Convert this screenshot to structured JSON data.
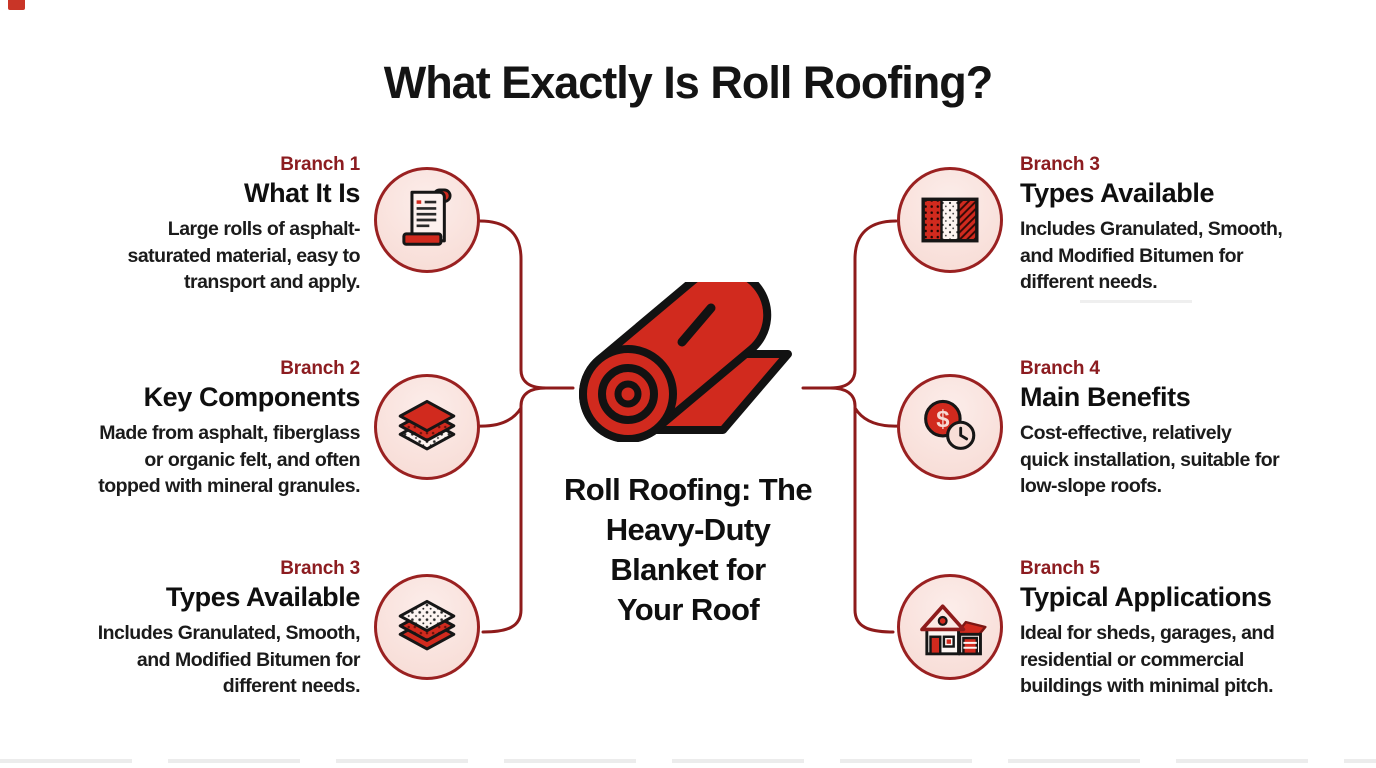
{
  "title": "What Exactly Is Roll Roofing?",
  "center": {
    "icon": "roll-roofing-icon",
    "heading": "Roll Roofing: The Heavy-Duty Blanket for Your Roof",
    "heading_lines": [
      "Roll Roofing: The",
      "Heavy-Duty",
      "Blanket for",
      "Your Roof"
    ]
  },
  "left_branches": [
    {
      "label": "Branch 1",
      "heading": "What It Is",
      "body": "Large rolls of asphalt-saturated material, easy to transport and apply.",
      "body_lines": [
        "Large rolls of asphalt-",
        "saturated material, easy to",
        "transport and apply."
      ],
      "icon": "scroll-document-icon"
    },
    {
      "label": "Branch 2",
      "heading": "Key Components",
      "body": "Made from asphalt, fiberglass or organic felt, and often topped with mineral granules.",
      "body_lines": [
        "Made from asphalt, fiberglass",
        "or organic felt, and often",
        "topped with mineral granules."
      ],
      "icon": "layered-sheets-icon"
    },
    {
      "label": "Branch 3",
      "heading": "Types Available",
      "body": "Includes Granulated, Smooth, and Modified Bitumen for different needs.",
      "body_lines": [
        "Includes Granulated, Smooth,",
        "and Modified Bitumen for",
        "different needs."
      ],
      "icon": "layered-sheets-alt-icon"
    }
  ],
  "right_branches": [
    {
      "label": "Branch 3",
      "heading": "Types Available",
      "body": "Includes Granulated, Smooth, and Modified Bitumen for different needs.",
      "body_lines": [
        "Includes Granulated, Smooth,",
        "and Modified Bitumen for",
        "different needs."
      ],
      "icon": "striped-swatch-icon"
    },
    {
      "label": "Branch 4",
      "heading": "Main Benefits",
      "body": "Cost-effective, relatively quick installation, suitable for low-slope roofs.",
      "body_lines": [
        "Cost-effective, relatively",
        "quick installation, suitable for",
        "low-slope roofs."
      ],
      "icon": "dollar-clock-icon"
    },
    {
      "label": "Branch 5",
      "heading": "Typical Applications",
      "body": "Ideal for sheds, garages, and residential or commercial buildings with minimal pitch.",
      "body_lines": [
        "Ideal for sheds, garages, and",
        "residential or commercial",
        "buildings with minimal pitch."
      ],
      "icon": "house-garage-icon"
    }
  ],
  "colors": {
    "accent_red": "#d12a1e",
    "connector_red": "#8e1b1b",
    "label_red": "#8c1c20",
    "circle_fill": "#f9e3de",
    "circle_border": "#9a2121",
    "text": "#141414",
    "background": "#ffffff"
  }
}
